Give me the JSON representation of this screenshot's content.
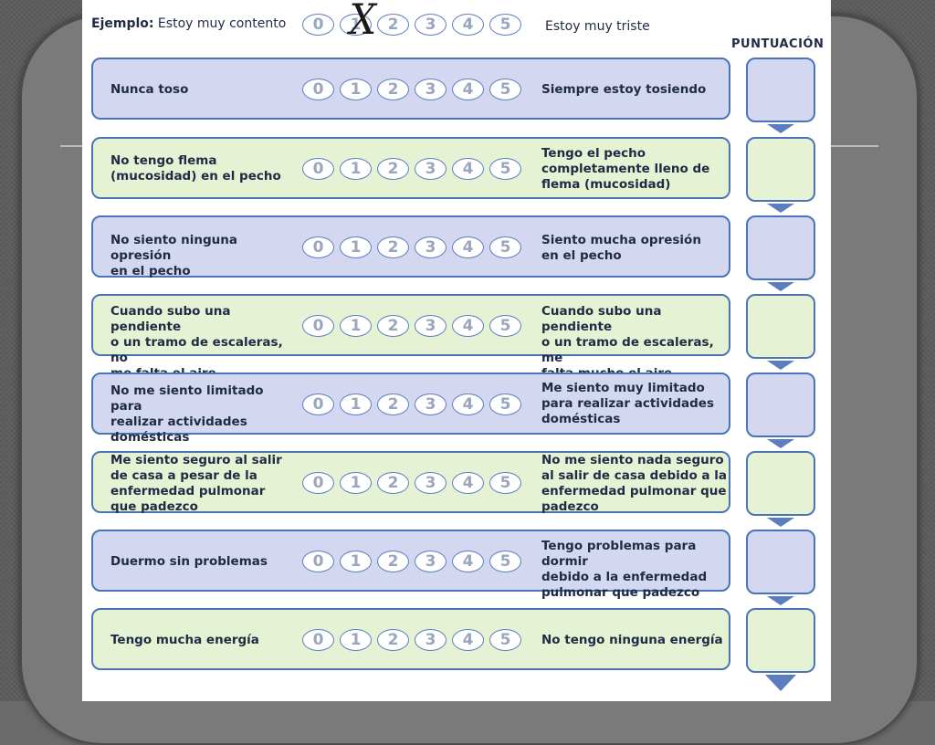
{
  "example": {
    "label_bold": "Ejemplo:",
    "label_text": " Estoy muy contento",
    "right_text": "Estoy muy triste",
    "mark": "X"
  },
  "scale_values": [
    "0",
    "1",
    "2",
    "3",
    "4",
    "5"
  ],
  "score_header": "PUNTUACIÓN",
  "rows": [
    {
      "left": "Nunca toso",
      "right": "Siempre estoy tosiendo"
    },
    {
      "left": "No tengo flema\n(mucosidad) en el pecho",
      "right": "Tengo el pecho\ncompletamente lleno de\nflema (mucosidad)"
    },
    {
      "left": "No siento ninguna opresión\nen el pecho",
      "right": "Siento mucha opresión\nen el pecho"
    },
    {
      "left": "Cuando subo una pendiente\no un tramo de escaleras, no\nme falta el aire",
      "right": "Cuando subo una pendiente\no un tramo de escaleras, me\nfalta mucho el aire"
    },
    {
      "left": "No me siento limitado para\nrealizar actividades\ndomésticas",
      "right": "Me siento muy limitado\npara realizar actividades\ndomésticas"
    },
    {
      "left": "Me siento seguro al salir\nde casa a pesar de la\nenfermedad pulmonar\nque padezco",
      "right": "No me siento nada seguro\nal salir de casa debido a la\nenfermedad pulmonar que\npadezco"
    },
    {
      "left": "Duermo sin problemas",
      "right": "Tengo problemas para dormir\ndebido a la enfermedad\npulmonar que padezco"
    },
    {
      "left": "Tengo mucha energía",
      "right": "No tengo ninguna energía"
    }
  ]
}
